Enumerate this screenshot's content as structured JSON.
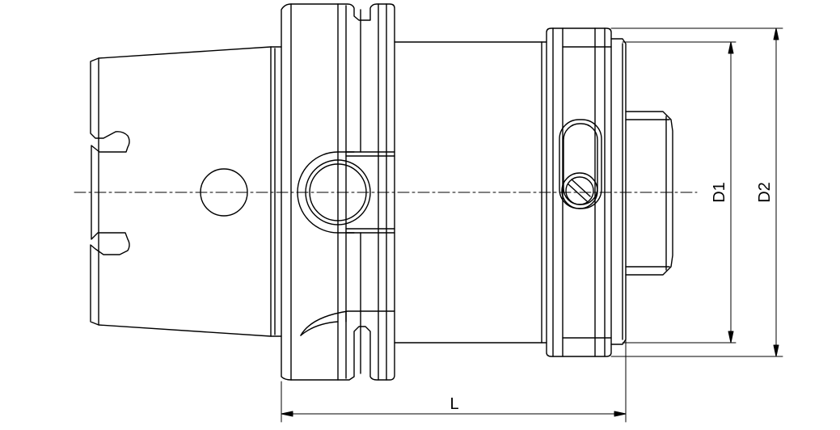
{
  "diagram": {
    "dimensions": {
      "length_label": "L",
      "inner_diameter_label": "D1",
      "outer_diameter_label": "D2"
    },
    "colors": {
      "line": "#000000",
      "background": "#ffffff"
    }
  }
}
